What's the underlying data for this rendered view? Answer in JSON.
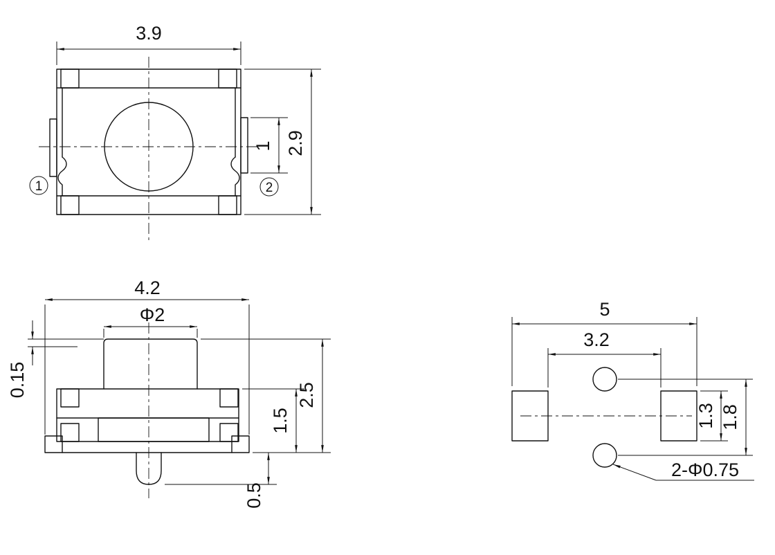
{
  "colors": {
    "line": "#111111",
    "background": "#ffffff"
  },
  "top_view": {
    "width_dim": "3.9",
    "height_dim": "2.9",
    "terminal_dim": "1",
    "pin1": "1",
    "pin2": "2"
  },
  "front_view": {
    "width_dim": "4.2",
    "button_dia_dim": "Φ2",
    "travel_dim": "0.15",
    "body_height_dim": "1.5",
    "total_height_dim": "2.5",
    "stem_dim": "0.5"
  },
  "land_pattern": {
    "width_dim": "5",
    "pad_span_dim": "3.2",
    "pad_height_dim": "1.3",
    "hole_span_dim": "1.8",
    "holes_dim": "2-Φ0.75"
  }
}
